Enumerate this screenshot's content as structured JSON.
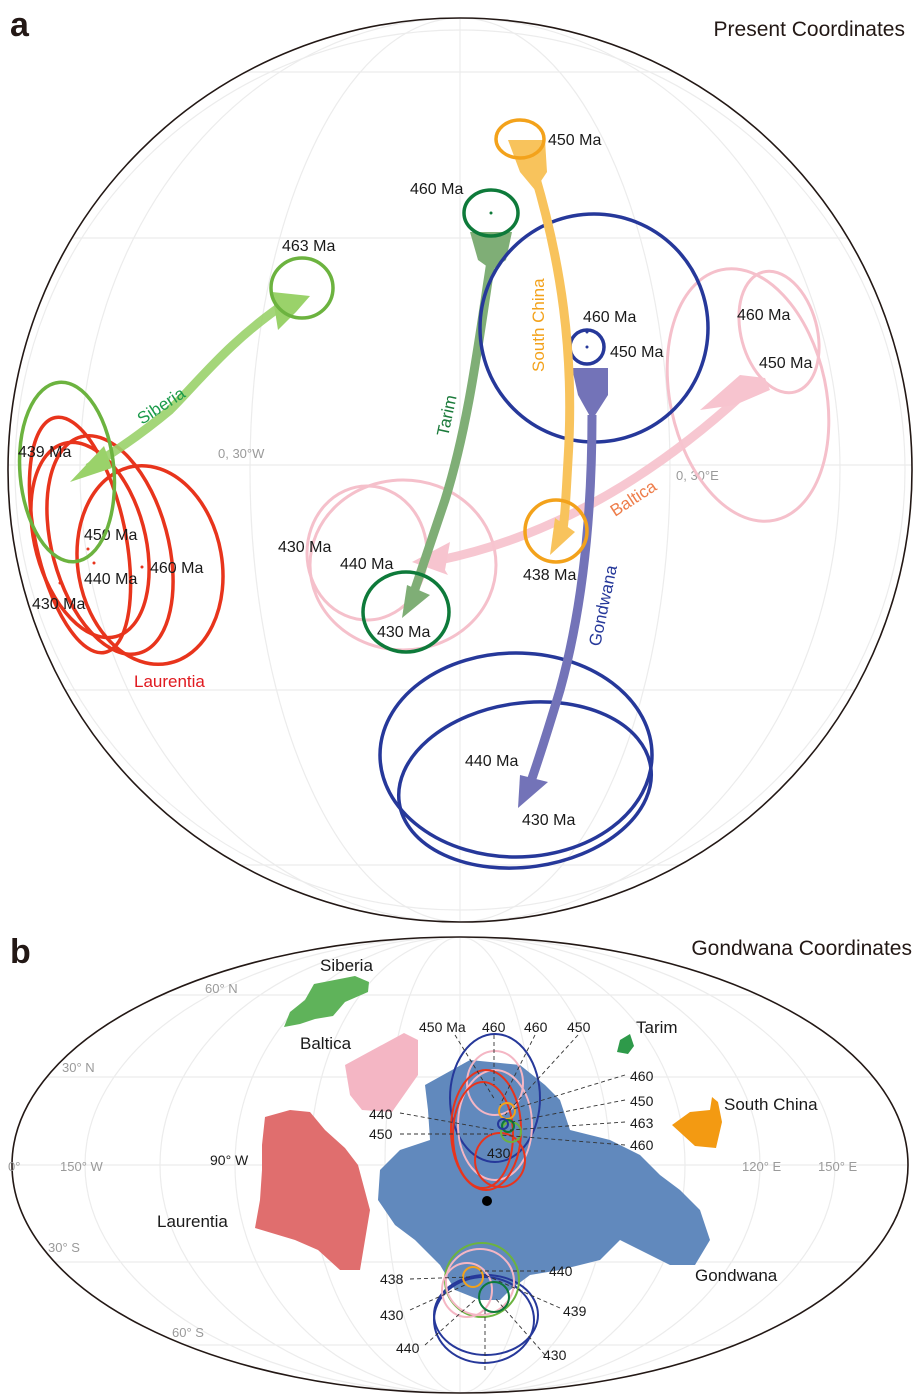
{
  "panel_a": {
    "letter": "a",
    "title": "Present Coordinates",
    "grid_labels": [
      "0, 30°W",
      "0, 30°E"
    ],
    "colors": {
      "laurentia": "#e8341c",
      "siberia": "#6cb33f",
      "tarim": "#0e7a3a",
      "south_china": "#f3a21b",
      "gondwana": "#26389a",
      "baltica": "#f5c0cb"
    },
    "paths": [
      {
        "name": "Siberia",
        "label_color": "#1a9a4a",
        "poles": [
          {
            "age": "463 Ma"
          },
          {
            "age": "439 Ma"
          }
        ]
      },
      {
        "name": "Tarim",
        "label_color": "#1a7a3a",
        "poles": [
          {
            "age": "460 Ma"
          },
          {
            "age": "430 Ma"
          }
        ]
      },
      {
        "name": "South China",
        "label_color": "#f3a21b",
        "poles": [
          {
            "age": "450 Ma"
          },
          {
            "age": "438 Ma"
          }
        ]
      },
      {
        "name": "Gondwana",
        "label_color": "#26389a",
        "poles": [
          {
            "age": "460 Ma"
          },
          {
            "age": "450 Ma"
          },
          {
            "age": "440 Ma"
          },
          {
            "age": "430 Ma"
          }
        ]
      },
      {
        "name": "Baltica",
        "label_color": "#ee7d4a",
        "poles": [
          {
            "age": "460 Ma"
          },
          {
            "age": "450 Ma"
          },
          {
            "age": "440 Ma"
          },
          {
            "age": "430 Ma"
          }
        ]
      },
      {
        "name": "Laurentia",
        "label_color": "#e0191f",
        "poles": [
          {
            "age": "460 Ma"
          },
          {
            "age": "450 Ma"
          },
          {
            "age": "440 Ma"
          },
          {
            "age": "430 Ma"
          }
        ]
      }
    ]
  },
  "panel_b": {
    "letter": "b",
    "title": "Gondwana Coordinates",
    "grid_labels": {
      "lat": [
        "60° N",
        "30° N",
        "0°",
        "30° S",
        "60° S"
      ],
      "lon": [
        "150° W",
        "90° W",
        "120° E",
        "150° E"
      ]
    },
    "continents": [
      {
        "name": "Siberia",
        "color": "#5fb35a"
      },
      {
        "name": "Baltica",
        "color": "#f4b6c4"
      },
      {
        "name": "Laurentia",
        "color": "#e06e6e"
      },
      {
        "name": "Tarim",
        "color": "#2e9a4a"
      },
      {
        "name": "South China",
        "color": "#f39a12"
      },
      {
        "name": "Gondwana",
        "color": "#6189bd"
      }
    ],
    "north_labels": [
      "450 Ma",
      "460",
      "460",
      "450",
      "460",
      "450",
      "463",
      "460",
      "440",
      "450",
      "430"
    ],
    "south_labels": [
      "438",
      "430",
      "440",
      "440",
      "439",
      "430"
    ]
  }
}
